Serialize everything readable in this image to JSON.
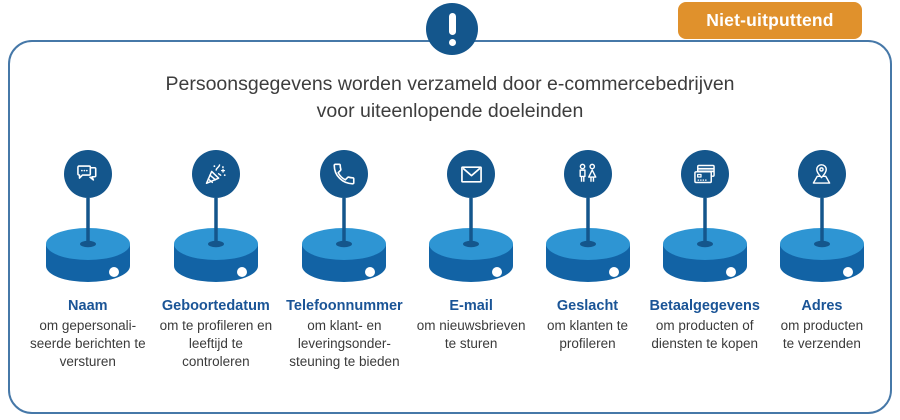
{
  "badge": {
    "label": "Niet-uitputtend",
    "color": "#e0912c"
  },
  "alert": {
    "symbol": "!",
    "color": "#14568c"
  },
  "title": {
    "lines": [
      "Persoonsgegevens worden verzameld door e-commercebedrijven",
      "voor uiteenlopende doeleinden"
    ]
  },
  "columns": [
    {
      "icon": "chat-icon",
      "label": "Naam",
      "desc_lines": [
        "om gepersonali-",
        "seerde berichten te",
        "versturen"
      ]
    },
    {
      "icon": "party-popper-icon",
      "label": "Geboortedatum",
      "desc_lines": [
        "om te profileren en",
        "leeftijd te",
        "controleren"
      ]
    },
    {
      "icon": "phone-icon",
      "label": "Telefoonnummer",
      "desc_lines": [
        "om klant- en",
        "leveringsonder-",
        "steuning te bieden"
      ]
    },
    {
      "icon": "envelope-icon",
      "label": "E-mail",
      "desc_lines": [
        "om nieuwsbrieven",
        "te sturen"
      ]
    },
    {
      "icon": "gender-icon",
      "label": "Geslacht",
      "desc_lines": [
        "om klanten te",
        "profileren"
      ]
    },
    {
      "icon": "cards-icon",
      "label": "Betaalgegevens",
      "desc_lines": [
        "om producten of",
        "diensten te kopen"
      ]
    },
    {
      "icon": "map-pin-icon",
      "label": "Adres",
      "desc_lines": [
        "om producten",
        "te verzenden"
      ]
    }
  ],
  "colors": {
    "navy": "#14568c",
    "cylinder_top": "#2e95d3",
    "cylinder_body": "#1263a5",
    "label_blue": "#1a5496",
    "body_text": "#3b3b3b",
    "panel_border": "#4678a8",
    "badge_orange": "#e0912c"
  }
}
